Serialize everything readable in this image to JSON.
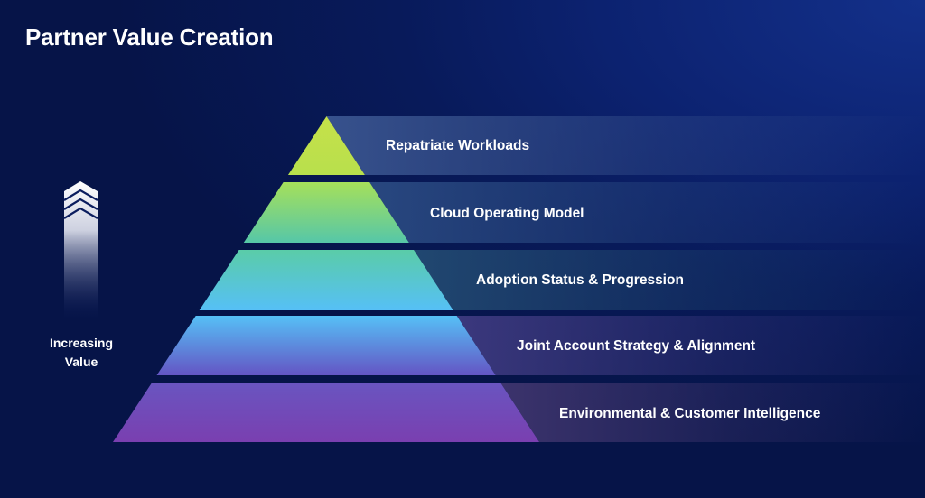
{
  "slide": {
    "title": "Partner Value Creation"
  },
  "indicator": {
    "icon": "chevron-up-arrow-icon",
    "label_line1": "Increasing",
    "label_line2": "Value"
  },
  "pyramid": {
    "order": "top-to-bottom",
    "tiers": [
      {
        "label": "Repatriate Workloads",
        "color_top": "#c6e14a",
        "color_bottom": "#b8e04c",
        "band_color": "#3a5590"
      },
      {
        "label": "Cloud Operating Model",
        "color_top": "#a6e05a",
        "color_bottom": "#56c7a8",
        "band_color": "#2a4a82"
      },
      {
        "label": "Adoption Status & Progression",
        "color_top": "#5acca8",
        "color_bottom": "#56c0f6",
        "band_color": "#224a72"
      },
      {
        "label": "Joint Account Strategy & Alignment",
        "color_top": "#56c0f6",
        "color_bottom": "#6455c4",
        "band_color": "#3e3a80"
      },
      {
        "label": "Environmental & Customer Intelligence",
        "color_top": "#6955c0",
        "color_bottom": "#7a3fb0",
        "band_color": "#3f356e"
      }
    ]
  }
}
